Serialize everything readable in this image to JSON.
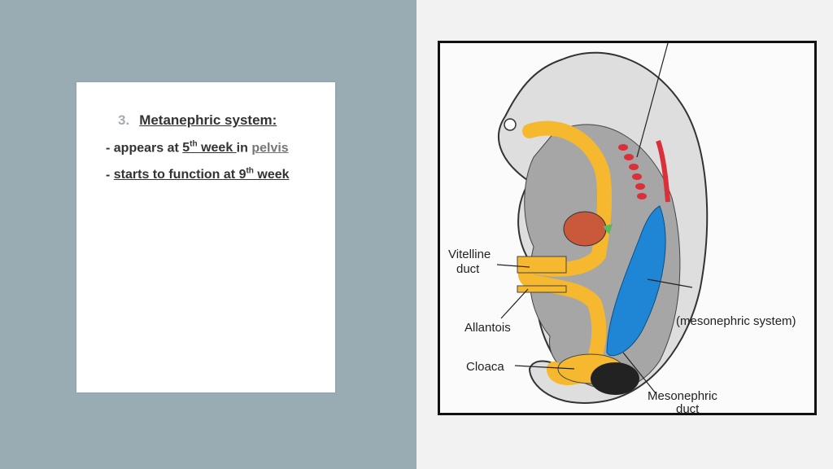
{
  "slide": {
    "heading_number": "3.",
    "heading_title": "Metanephric system:",
    "line1_prefix": "- appears at ",
    "line1_num": "5",
    "line1_sup": "th",
    "line1_week": " week ",
    "line1_in": "in ",
    "line1_pelvis": "pelvis",
    "line2_prefix": "- ",
    "line2_text": "starts to function at 9",
    "line2_sup": "th",
    "line2_week": " week"
  },
  "figure": {
    "labels": {
      "vitelline_1": "Vitelline",
      "vitelline_2": "duct",
      "allantois": "Allantois",
      "cloaca": "Cloaca",
      "mesonephric_system": "(mesonephric system)",
      "mesonephric_duct_1": "Mesonephric",
      "mesonephric_duct_2": "duct"
    }
  },
  "colors": {
    "left_panel": "#9aacb3",
    "gut_yellow": "#f5b82e",
    "duct_blue": "#1f86d6",
    "nephric_red": "#d9303a",
    "liver_brown": "#c9593a"
  }
}
